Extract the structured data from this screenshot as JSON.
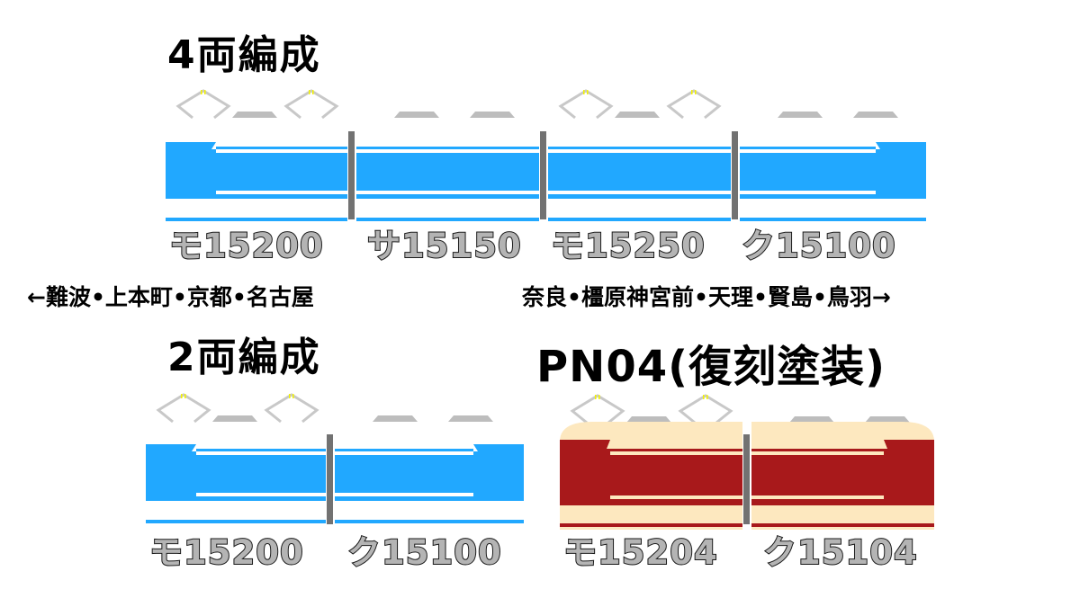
{
  "colors": {
    "blue_body": "#21a8ff",
    "red_body": "#a8191b",
    "cream": "#fde8bf",
    "pantograph": "#c8c8c8",
    "pantograph_tip": "#f4f400",
    "roof_equipment": "#bdbdbd",
    "coupler": "#727272",
    "label_fill": "#b4b4b4",
    "label_stroke": "#1a1a1a",
    "text": "#000000"
  },
  "sections": {
    "four_car": {
      "title": "4両編成",
      "cars": [
        {
          "label": "モ15200",
          "type": "cab-left",
          "pantographs": 2
        },
        {
          "label": "サ15150",
          "type": "middle",
          "pantographs": 0
        },
        {
          "label": "モ15250",
          "type": "middle",
          "pantographs": 2
        },
        {
          "label": "ク15100",
          "type": "cab-right",
          "pantographs": 0
        }
      ]
    },
    "two_car": {
      "title": "2両編成",
      "cars": [
        {
          "label": "モ15200",
          "type": "cab-left",
          "pantographs": 2
        },
        {
          "label": "ク15100",
          "type": "cab-right",
          "pantographs": 0
        }
      ]
    },
    "pn04": {
      "title": "PN04(復刻塗装)",
      "cars": [
        {
          "label": "モ15204",
          "type": "cab-left",
          "pantographs": 2
        },
        {
          "label": "ク15104",
          "type": "cab-right",
          "pantographs": 0
        }
      ]
    }
  },
  "route": {
    "left": "←難波•上本町•京都•名古屋",
    "right": "奈良•橿原神宮前•天理•賢島•鳥羽→"
  }
}
